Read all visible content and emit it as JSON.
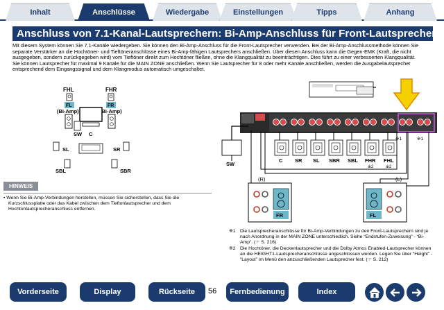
{
  "tabs": [
    {
      "label": "Inhalt"
    },
    {
      "label": "Anschlüsse"
    },
    {
      "label": "Wiedergabe"
    },
    {
      "label": "Einstellungen"
    },
    {
      "label": "Tipps"
    },
    {
      "label": "Anhang"
    }
  ],
  "title": "Anschluss von 7.1-Kanal-Lautsprechern: Bi-Amp-Anschluss für Front-Lautsprecher",
  "intro": {
    "p1": "Mit diesem System können Sie 7.1-Kanäle wiedergeben. Sie können den Bi-Amp-Anschluss für die Front-Lautsprecher verwenden. Bei der Bi-Amp-Anschlussmethode können Sie separate Verstärker an die Hochtöner- und Tieftöneranschlüsse eines Bi-Amp-fähigen Lautsprechers anschließen. Über diesen Anschluss kann die Gegen-EMK (Kraft, die nicht ausgegeben, sondern zurückgegeben wird) vom Tieftöner direkt zum Hochtöner fließen, ohne die Klangqualität zu beeinträchtigen. Dies führt zu einer verbesserten Klangqualität.",
    "p2": "Sie können Lautsprecher für maximal 9 Kanäle für die MAIN ZONE anschließen. Wenn Sie Lautsprecher für 8 oder mehr Kanäle anschließen, werden die Ausgabelautsprecher entsprechend dem Eingangssignal und dem Klangmodus automatisch umgeschaltet."
  },
  "room": {
    "fhl": "FHL",
    "fhr": "FHR",
    "fl": "FL",
    "fr": "FR",
    "biamp": "(Bi-Amp)",
    "sw": "SW",
    "c": "C",
    "sl": "SL",
    "sr": "SR",
    "sbl": "SBL",
    "sbr": "SBR"
  },
  "hinweis": {
    "heading": "HINWEIS",
    "text": "• Wenn Sie Bi-Amp-Verbindungen herstellen, müssen Sie sicherstellen, dass Sie die Kurzschlussplatte oder das Kabel zwischen dem Tieftonlautsprecher und dem Hochtonlautsprecheranschluss entfernen."
  },
  "diagram": {
    "sw": "SW",
    "speakers": [
      {
        "label": "C",
        "sub": ""
      },
      {
        "label": "SR",
        "sub": ""
      },
      {
        "label": "SL",
        "sub": ""
      },
      {
        "label": "SBR",
        "sub": ""
      },
      {
        "label": "SBL",
        "sub": ""
      },
      {
        "label": "FHR",
        "sub": "※2"
      },
      {
        "label": "FHL",
        "sub": "※2"
      }
    ],
    "r": "(R)",
    "l": "(L)",
    "fr": "FR",
    "fl": "FL",
    "mark1a": "※1",
    "mark1b": "※1"
  },
  "notes": [
    {
      "mark": "※1",
      "text": "Die Lautsprecheranschlüsse für Bi-Amp-Verbindungen zu den Front-Lautsprechern sind je nach Anordnung in der MAIN ZONE unterschiedlich. Siehe “Endstufen-Zuweisung” - “Bi-Amp”. (☞ S. 216)"
    },
    {
      "mark": "※2",
      "text": "Die Hochtöner, die Deckenlautsprecher und die Dolby Atmos Enabled-Lautsprecher können an die HEIGHT1-Lautsprecheranschlüsse angeschlossen werden. Legen Sie über “Height” - “Layout” im Menü den anzuschließenden Lautsprecher fest. (☞ S. 212)"
    }
  ],
  "footer": {
    "prev": "Vorderseite",
    "display": "Display",
    "back": "Rückseite",
    "page": "56",
    "remote": "Fernbedienung",
    "index": "Index"
  },
  "colors": {
    "navy": "#1b3b6f",
    "arrow": "#f5d100",
    "teal": "#6cb7c9",
    "red": "#c0392b"
  }
}
